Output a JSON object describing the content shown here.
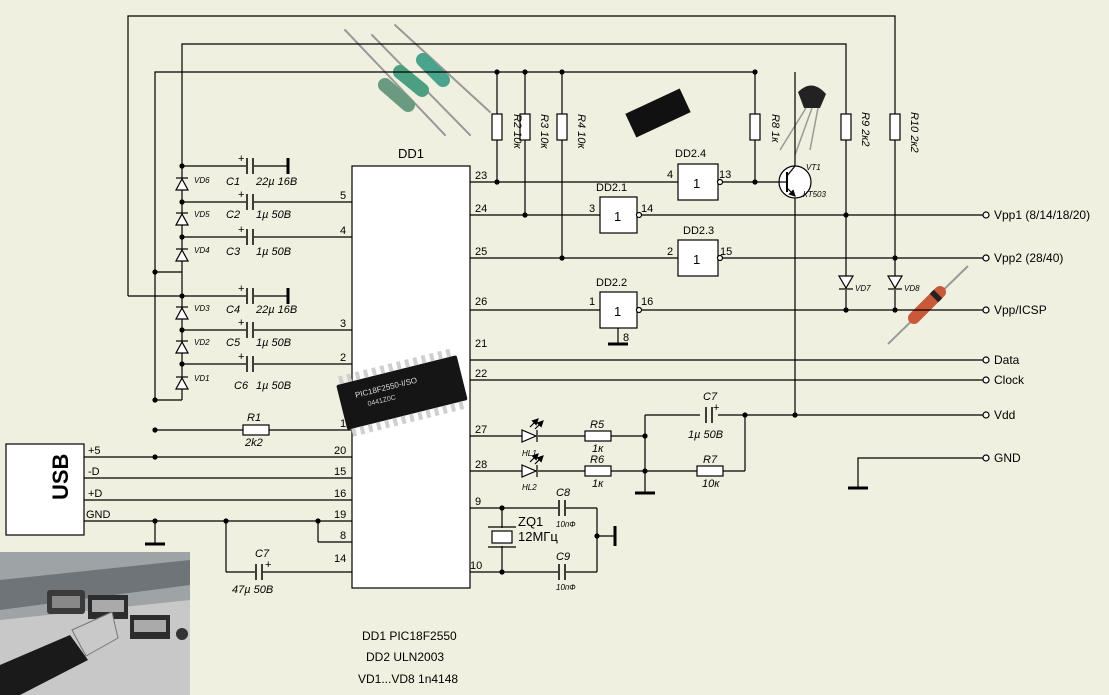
{
  "usb": {
    "label": "USB",
    "pins": [
      "+5",
      "-D",
      "+D",
      "GND"
    ]
  },
  "mcu": {
    "ref": "DD1",
    "left_pins": [
      "5",
      "4",
      "3",
      "2",
      "1",
      "20",
      "15",
      "16",
      "19",
      "8",
      "14"
    ],
    "right_pins": [
      "23",
      "24",
      "25",
      "26",
      "21",
      "22",
      "27",
      "28",
      "9",
      "10"
    ],
    "chip_text": [
      "PIC18F2550-I/SO",
      "0441Z0C"
    ]
  },
  "gates": [
    {
      "ref": "DD2.4",
      "in": "4",
      "out": "13",
      "sym": "1"
    },
    {
      "ref": "DD2.1",
      "in": "3",
      "out": "14",
      "sym": "1"
    },
    {
      "ref": "DD2.3",
      "in": "2",
      "out": "15",
      "sym": "1"
    },
    {
      "ref": "DD2.2",
      "in": "1",
      "out": "16",
      "sym": "1",
      "gnd": "8"
    }
  ],
  "resistors": [
    {
      "ref": "R1",
      "val": "2k2"
    },
    {
      "ref": "R2",
      "val": "10к"
    },
    {
      "ref": "R3",
      "val": "10к"
    },
    {
      "ref": "R4",
      "val": "10к"
    },
    {
      "ref": "R5",
      "val": "1к"
    },
    {
      "ref": "R6",
      "val": "1к"
    },
    {
      "ref": "R7",
      "val": "10к"
    },
    {
      "ref": "R8",
      "val": "1к"
    },
    {
      "ref": "R9",
      "val": "2к2"
    },
    {
      "ref": "R10",
      "val": "2к2"
    }
  ],
  "caps": [
    {
      "ref": "C1",
      "val": "22µ 16B"
    },
    {
      "ref": "C2",
      "val": "1µ 50B"
    },
    {
      "ref": "C3",
      "val": "1µ 50B"
    },
    {
      "ref": "C4",
      "val": "22µ 16B"
    },
    {
      "ref": "C5",
      "val": "1µ 50B"
    },
    {
      "ref": "C6",
      "val": "1µ 50B"
    },
    {
      "ref": "C7",
      "val": "47µ 50B"
    },
    {
      "ref": "C7",
      "val": "1µ 50B"
    },
    {
      "ref": "C8",
      "val": "10пФ"
    },
    {
      "ref": "C9",
      "val": "10пФ"
    }
  ],
  "diodes": [
    "VD6",
    "VD5",
    "VD4",
    "VD3",
    "VD2",
    "VD1",
    "VD7",
    "VD8"
  ],
  "leds": [
    "HL1",
    "HL2"
  ],
  "transistor": {
    "ref": "VT1",
    "type": "КТ503"
  },
  "crystal": {
    "ref": "ZQ1",
    "freq": "12МГц"
  },
  "signals": [
    "Vpp1 (8/14/18/20)",
    "Vpp2 (28/40)",
    "Vpp/ICSP",
    "Data",
    "Clock",
    "Vdd",
    "GND"
  ],
  "notes": [
    "DD1 PIC18F2550",
    "DD2 ULN2003",
    "VD1...VD8 1n4148"
  ],
  "plus": "+"
}
